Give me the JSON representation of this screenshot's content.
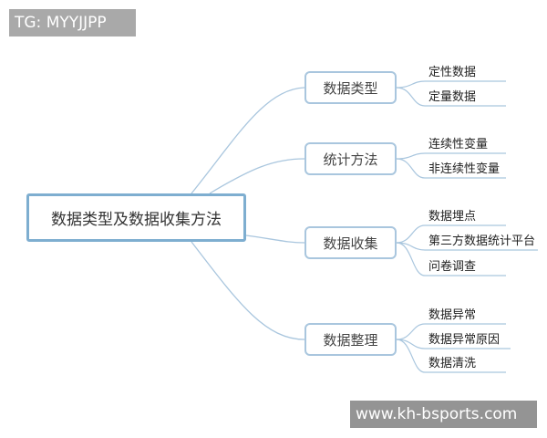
{
  "top_label": "TG: MYYJJPP",
  "watermark": "www.kh-bsports.com",
  "colors": {
    "line": "#a9c6de",
    "root_border": "#7eaed0",
    "text": "#333333"
  },
  "mindmap": {
    "root": "数据类型及数据收集方法",
    "branches": [
      {
        "label": "数据类型",
        "children": [
          "定性数据",
          "定量数据"
        ]
      },
      {
        "label": "统计方法",
        "children": [
          "连续性变量",
          "非连续性变量"
        ]
      },
      {
        "label": "数据收集",
        "children": [
          "数据埋点",
          "第三方数据统计平台",
          "问卷调查"
        ]
      },
      {
        "label": "数据整理",
        "children": [
          "数据异常",
          "数据异常原因",
          "数据清洗"
        ]
      }
    ]
  }
}
